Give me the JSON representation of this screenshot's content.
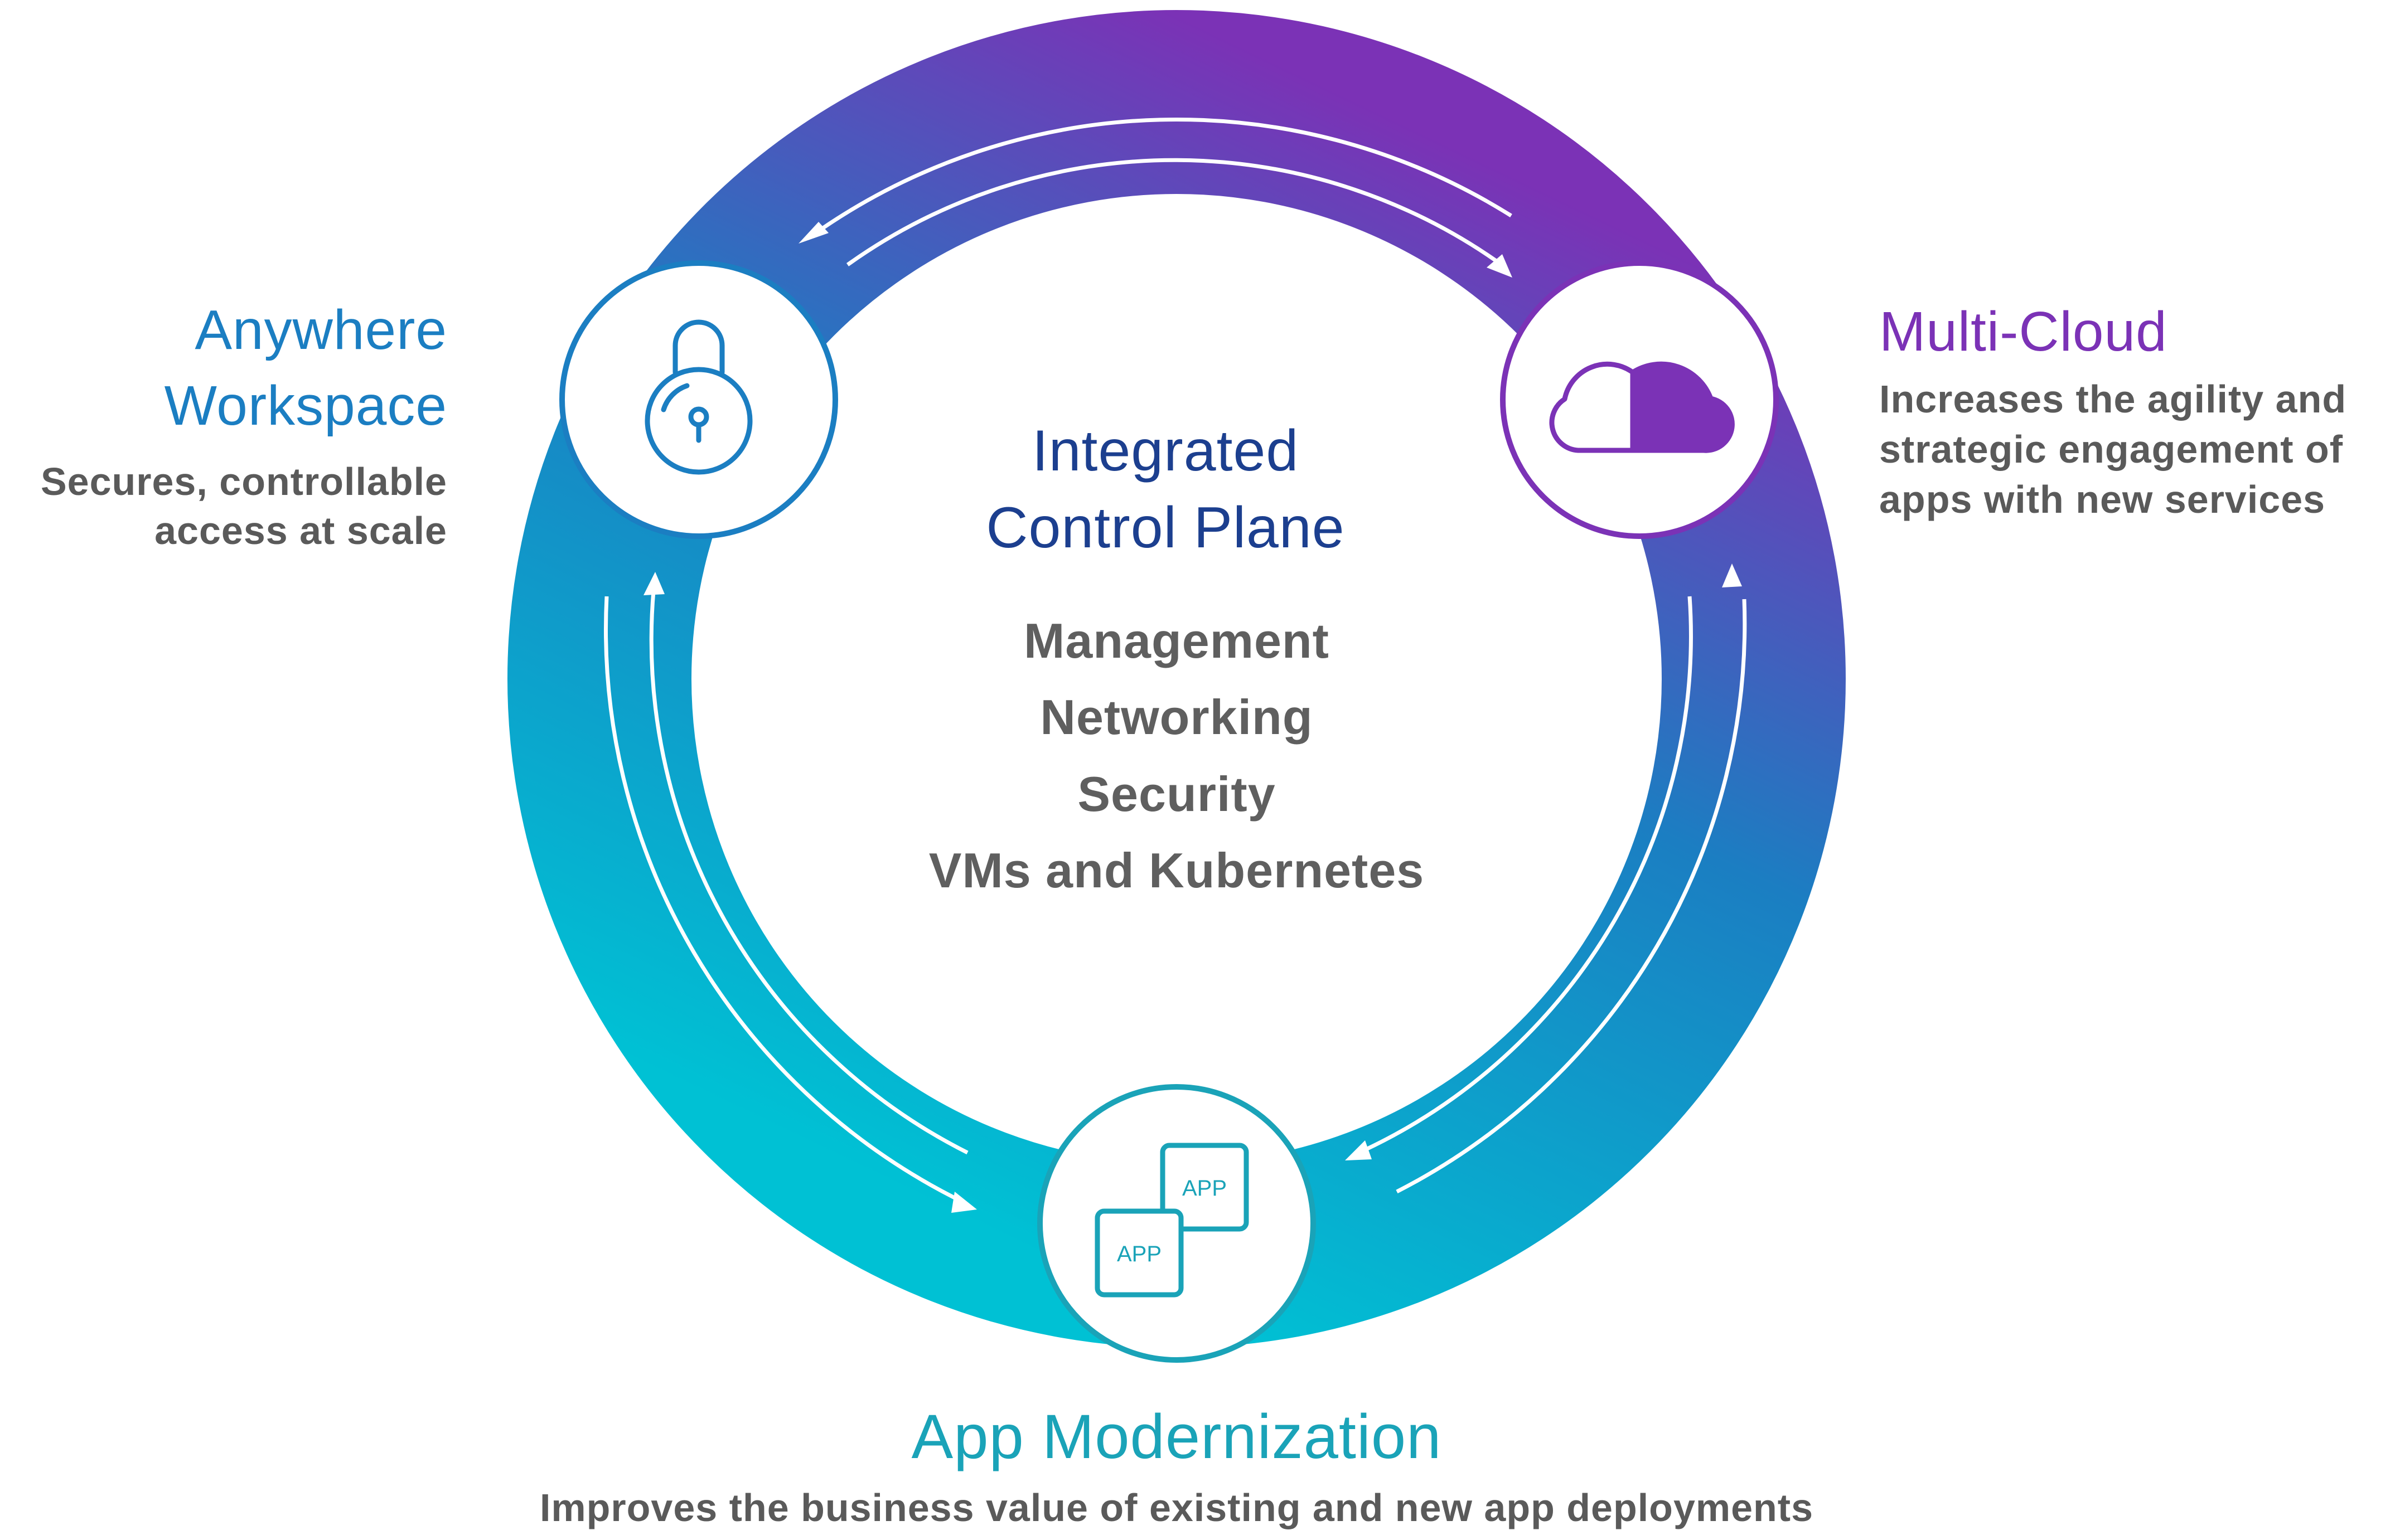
{
  "center": {
    "title_line1": "Integrated",
    "title_line2": "Control Plane",
    "items": [
      "Management",
      "Networking",
      "Security",
      "VMs and Kubernetes"
    ]
  },
  "nodes": {
    "workspace": {
      "title_line1": "Anywhere",
      "title_line2": "Workspace",
      "desc_line1": "Secures, controllable",
      "desc_line2": "access at scale",
      "icon": "lock-icon",
      "color": "#1b7ec2"
    },
    "multicloud": {
      "title": "Multi-Cloud",
      "desc_line1": "Increases the agility and",
      "desc_line2": "strategic engagement of",
      "desc_line3": "apps with new services",
      "icon": "cloud-icon",
      "color": "#7b32b6"
    },
    "appmod": {
      "title": "App Modernization",
      "desc": "Improves the business value of existing and new app deployments",
      "icon": "app-stack-icon",
      "app_label_front": "APP",
      "app_label_back": "APP",
      "color": "#1aa3b8"
    }
  },
  "ring": {
    "gradient_colors": [
      "#7b32b6",
      "#1b7ec2",
      "#00c1d4"
    ]
  }
}
